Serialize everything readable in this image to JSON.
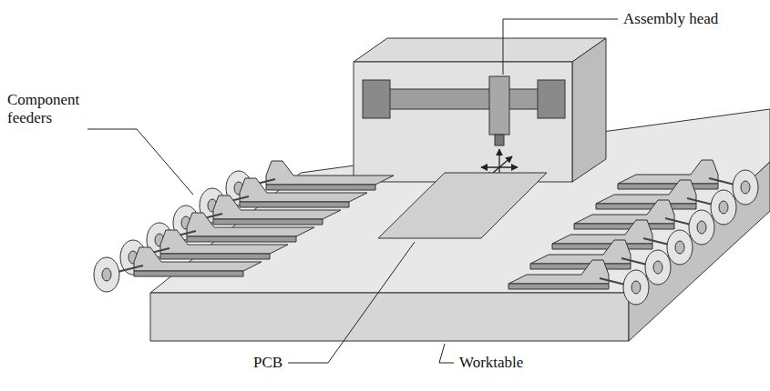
{
  "diagram": {
    "labels": [
      "Assembly head",
      "Component feeders",
      "PCB",
      "Worktable"
    ]
  }
}
